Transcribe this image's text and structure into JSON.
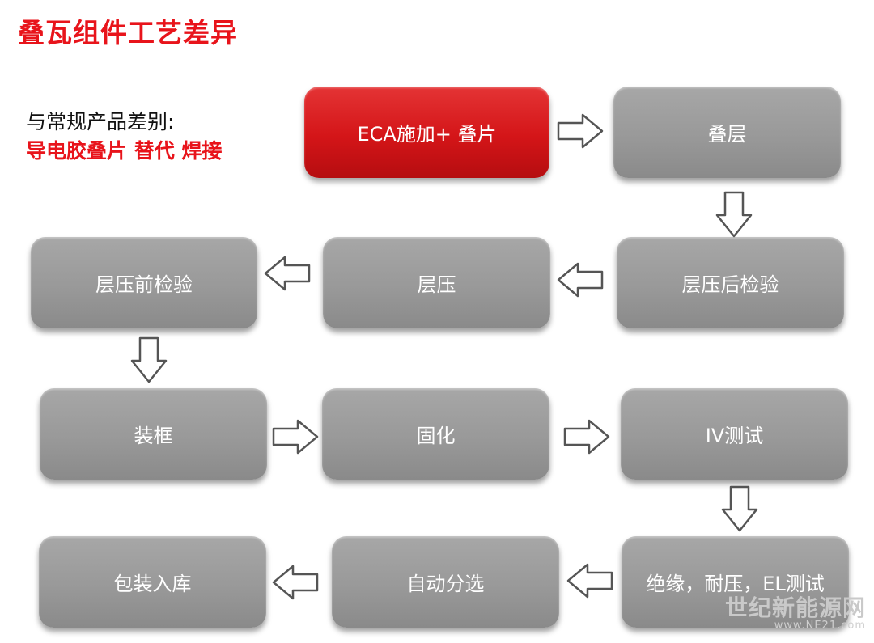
{
  "title": "叠瓦组件工艺差异",
  "note": {
    "line1": "与常规产品差别:",
    "line2": "导电胶叠片 替代 焊接"
  },
  "steps": {
    "eca": "ECA施加+ 叠片",
    "layup": "叠层",
    "post_lam_inspect": "层压后检验",
    "lamination": "层压",
    "pre_lam_inspect": "层压前检验",
    "framing": "装框",
    "curing": "固化",
    "iv_test": "IV测试",
    "insulation_test": "绝缘，耐压，EL测试",
    "sorting": "自动分选",
    "packing": "包装入库"
  },
  "watermark": {
    "name": "世纪新能源网",
    "url": "www.NE21.com"
  },
  "colors": {
    "accent_red": "#e8141b",
    "box_gray": "#9a9a9a"
  },
  "icons": {
    "flow_arrow": "hollow-block-arrow"
  }
}
